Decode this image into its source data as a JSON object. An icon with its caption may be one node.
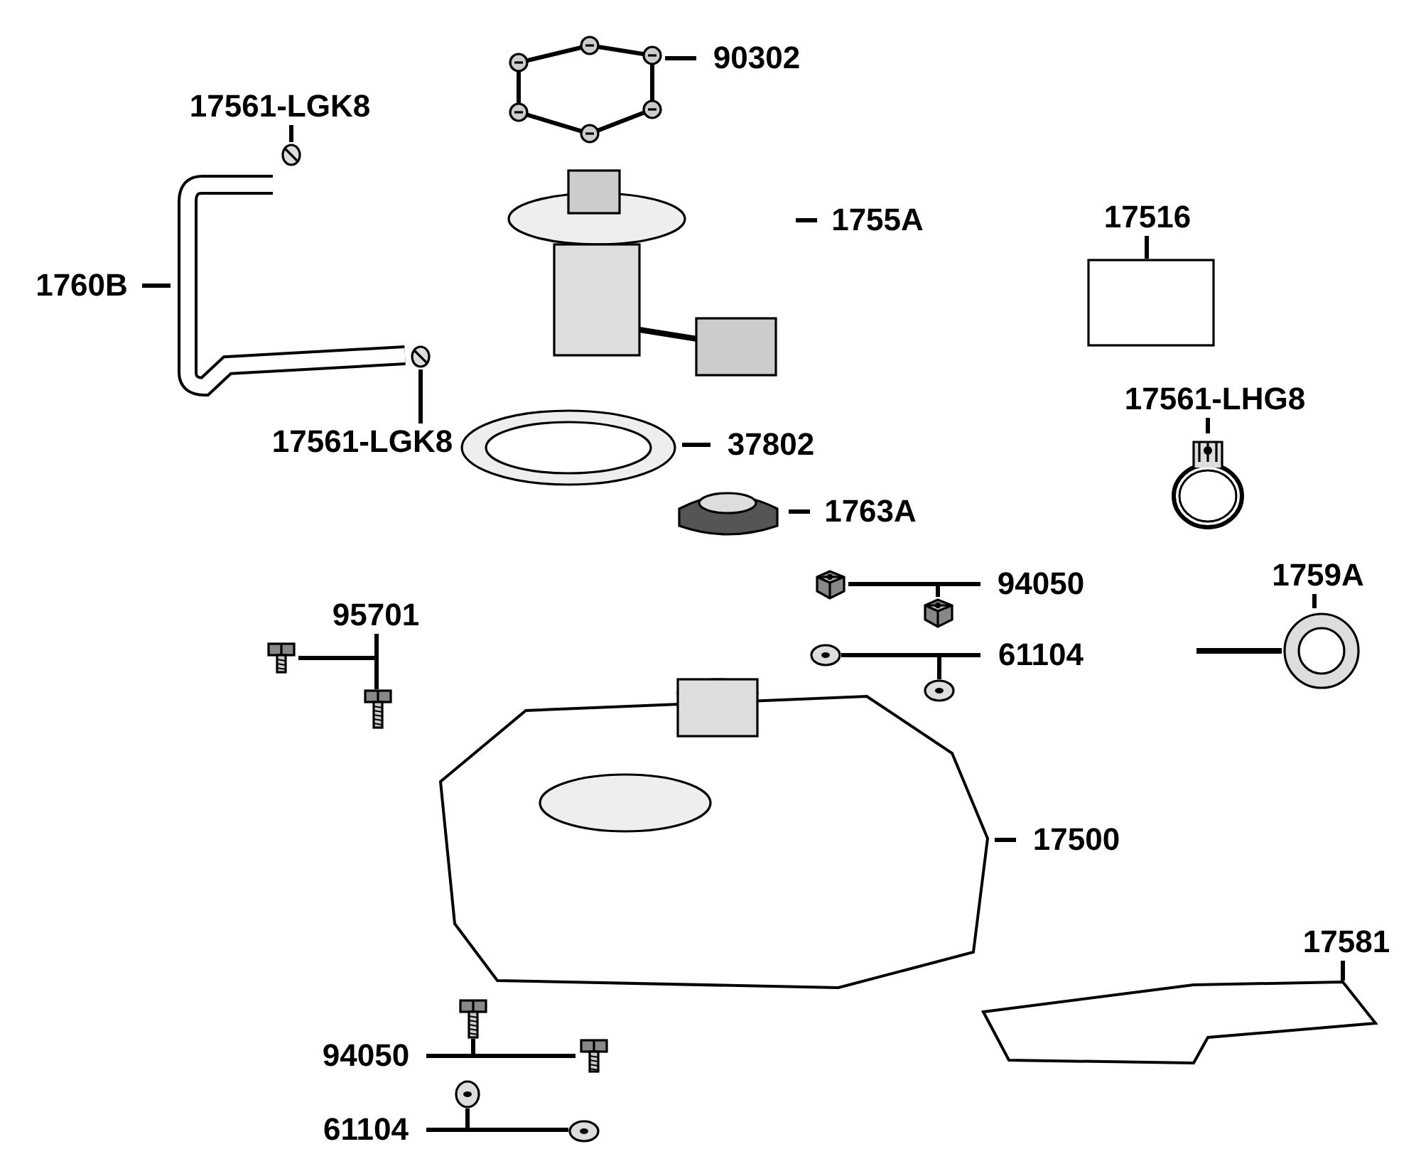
{
  "diagram": {
    "nodes": [
      {
        "text": [
          "90302"
        ]
      },
      {
        "text": [],
        "shape": "picture"
      },
      {
        "text": [
          "17561-LGK8"
        ]
      },
      {
        "text": [],
        "shape": "picture"
      },
      {
        "text": [
          "1760B"
        ]
      },
      {
        "text": [],
        "shape": "picture"
      },
      {
        "text": [
          "17561-LGK8"
        ]
      },
      {
        "text": [],
        "shape": "picture"
      },
      {
        "text": [
          "1755A"
        ]
      },
      {
        "text": [],
        "shape": "picture"
      },
      {
        "text": [
          "37802"
        ]
      },
      {
        "text": [],
        "shape": "picture"
      },
      {
        "text": [
          "1763A"
        ]
      },
      {
        "text": [],
        "shape": "picture"
      },
      {
        "text": [
          "17516"
        ]
      },
      {
        "text": [],
        "shape": "box"
      },
      {
        "text": [
          "17561-LHG8"
        ]
      },
      {
        "text": [],
        "shape": "picture"
      },
      {
        "text": [
          "1759A"
        ]
      },
      {
        "text": [],
        "shape": "picture"
      },
      {
        "text": [
          "94050"
        ]
      },
      {
        "text": [],
        "shape": "picture"
      },
      {
        "text": [],
        "shape": "picture"
      },
      {
        "text": [
          "61104"
        ]
      },
      {
        "text": [],
        "shape": "picture"
      },
      {
        "text": [],
        "shape": "picture"
      },
      {
        "text": [
          "95701"
        ]
      },
      {
        "text": [],
        "shape": "picture"
      },
      {
        "text": [],
        "shape": "picture"
      },
      {
        "text": [
          "17500"
        ]
      },
      {
        "text": [],
        "shape": "picture"
      },
      {
        "text": [
          "17581"
        ]
      },
      {
        "text": [],
        "shape": "picture"
      },
      {
        "text": [
          "94050"
        ]
      },
      {
        "text": [],
        "shape": "picture"
      },
      {
        "text": [],
        "shape": "picture"
      },
      {
        "text": [
          "61104"
        ]
      },
      {
        "text": [],
        "shape": "picture"
      },
      {
        "text": [],
        "shape": "picture"
      }
    ],
    "edges": [
      {
        "from": 0,
        "to": 1,
        "arrow": "none"
      },
      {
        "from": 2,
        "to": 3,
        "arrow": "none"
      },
      {
        "from": 4,
        "to": 5,
        "arrow": "none"
      },
      {
        "from": 6,
        "to": 7,
        "arrow": "none"
      },
      {
        "from": 8,
        "to": 9,
        "arrow": "none"
      },
      {
        "from": 10,
        "to": 11,
        "arrow": "none"
      },
      {
        "from": 12,
        "to": 13,
        "arrow": "none"
      },
      {
        "from": 14,
        "to": 15,
        "arrow": "none"
      },
      {
        "from": 16,
        "to": 17,
        "arrow": "none"
      },
      {
        "from": 18,
        "to": 19,
        "arrow": "none"
      },
      {
        "from": 20,
        "to": 21,
        "arrow": "none"
      },
      {
        "from": 20,
        "to": 22,
        "arrow": "none"
      },
      {
        "from": 23,
        "to": 24,
        "arrow": "none"
      },
      {
        "from": 23,
        "to": 25,
        "arrow": "none"
      },
      {
        "from": 26,
        "to": 27,
        "arrow": "none"
      },
      {
        "from": 26,
        "to": 28,
        "arrow": "none"
      },
      {
        "from": 29,
        "to": 30,
        "arrow": "none"
      },
      {
        "from": 31,
        "to": 32,
        "arrow": "none"
      },
      {
        "from": 33,
        "to": 34,
        "arrow": "none"
      },
      {
        "from": 33,
        "to": 35,
        "arrow": "none"
      },
      {
        "from": 36,
        "to": 37,
        "arrow": "none"
      },
      {
        "from": 36,
        "to": 38,
        "arrow": "none"
      }
    ]
  }
}
